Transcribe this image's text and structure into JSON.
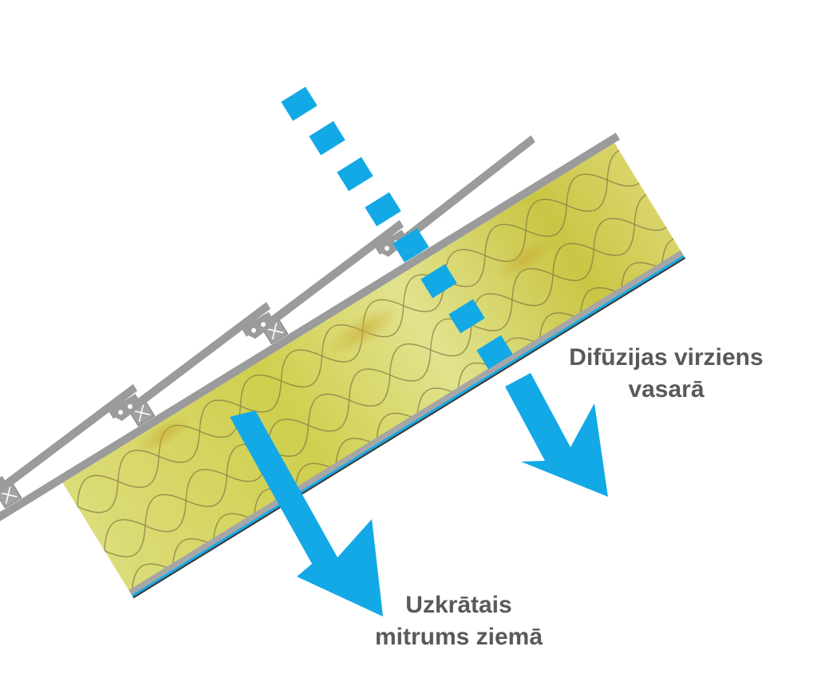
{
  "diagram": {
    "colors": {
      "background": "#ffffff",
      "arrow": "#12a9e6",
      "metal": "#9b9b9b",
      "insulation": "#cfcf55",
      "label_text": "#595959"
    },
    "labels": {
      "summer_line1": "Difūzijas virziens",
      "summer_line2": "vasarā",
      "winter_line1": "Uzkrātais",
      "winter_line2": "mitrums ziemā"
    }
  }
}
